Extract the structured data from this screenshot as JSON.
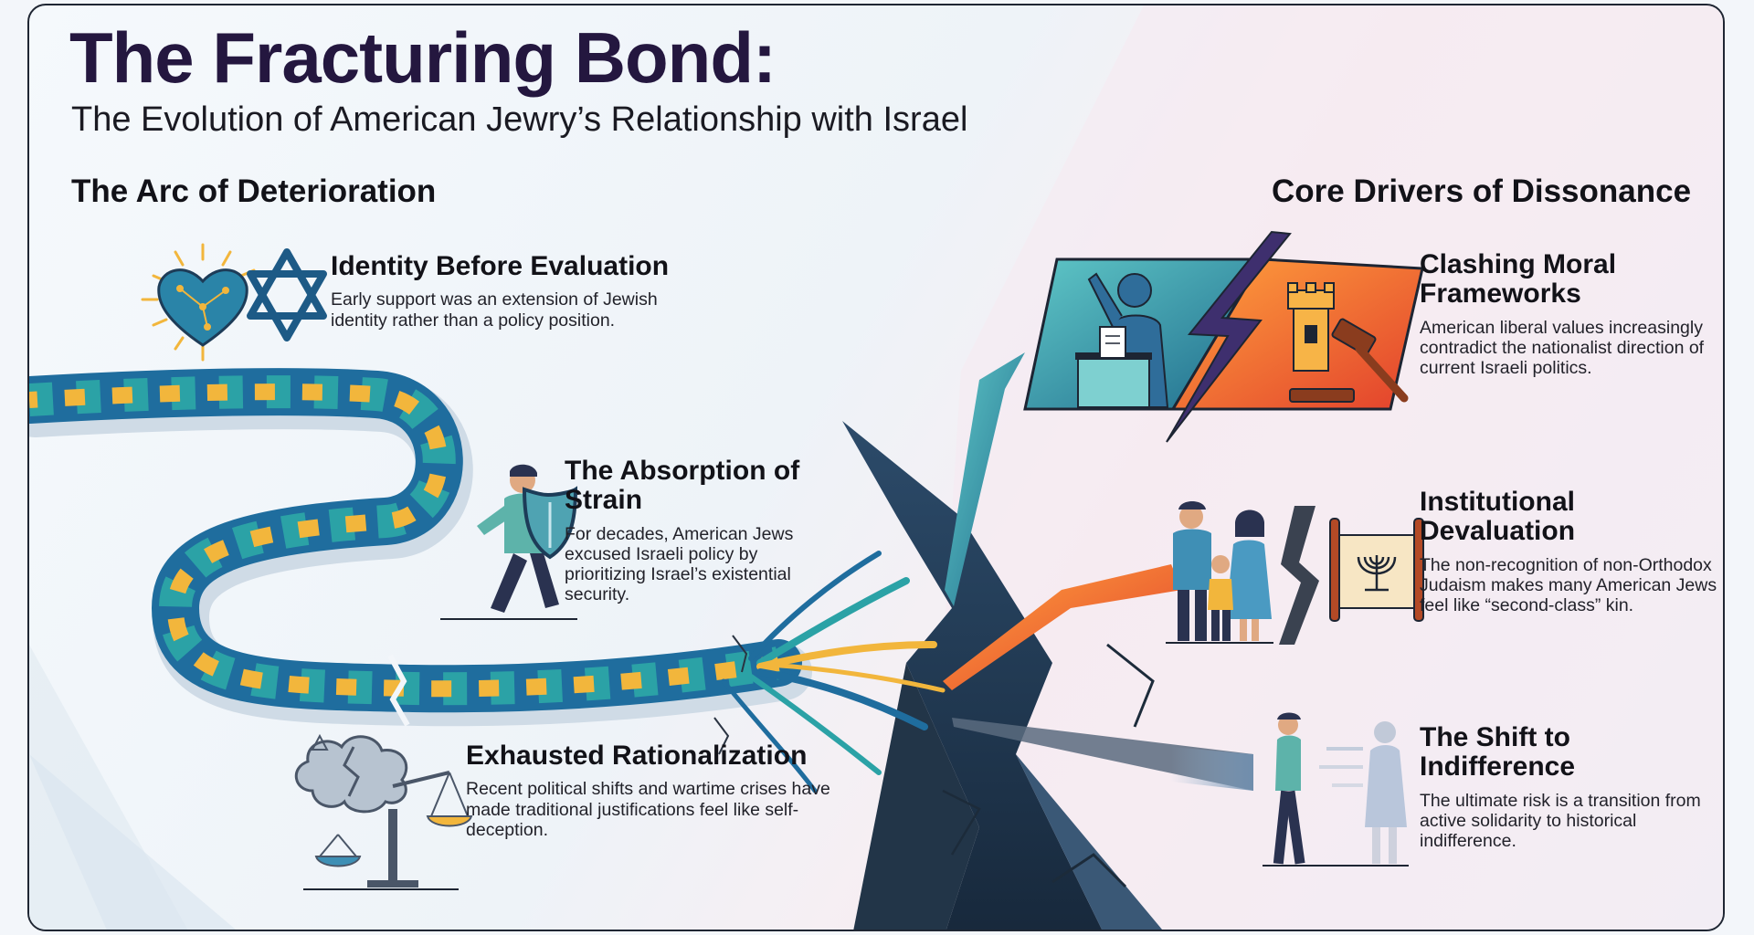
{
  "header": {
    "title": "The Fracturing Bond:",
    "subtitle": "The Evolution of American Jewry’s Relationship with Israel"
  },
  "arc_section": {
    "title": "The Arc of Deterioration",
    "items": [
      {
        "title": "Identity Before Evaluation",
        "description": "Early support was an extension of Jewish identity rather than a policy position.",
        "icon": "heart-and-star-of-david-icon"
      },
      {
        "title": "The Absorption of Strain",
        "description": "For decades, American Jews excused Israeli policy by prioritizing Israel’s existential security.",
        "icon": "person-with-shield-icon"
      },
      {
        "title": "Exhausted Rationalization",
        "description": "Recent political shifts and wartime crises have made traditional justifications feel like self-deception.",
        "icon": "broken-scales-icon"
      }
    ]
  },
  "drivers_section": {
    "title": "Core Drivers of Dissonance",
    "items": [
      {
        "title": "Clashing Moral Frameworks",
        "description": "American liberal values increasingly contradict the nationalist direction of current Israeli politics.",
        "icon": "ballot-vs-gavel-icon"
      },
      {
        "title": "Institutional Devaluation",
        "description": "The non-recognition of non-Orthodox Judaism makes many American Jews feel like “second-class” kin.",
        "icon": "family-and-torah-scroll-icon"
      },
      {
        "title": "The Shift to Indifference",
        "description": "The ultimate risk is a transition from active solidarity to historical indifference.",
        "icon": "fading-person-icon"
      }
    ]
  },
  "colors": {
    "title": "#24173f",
    "rope_blue": "#1f6d9e",
    "rope_teal": "#2ba2a6",
    "rope_gold": "#f2b63c",
    "crack_dark": "#263a50",
    "accent_orange": "#f26a2e"
  }
}
